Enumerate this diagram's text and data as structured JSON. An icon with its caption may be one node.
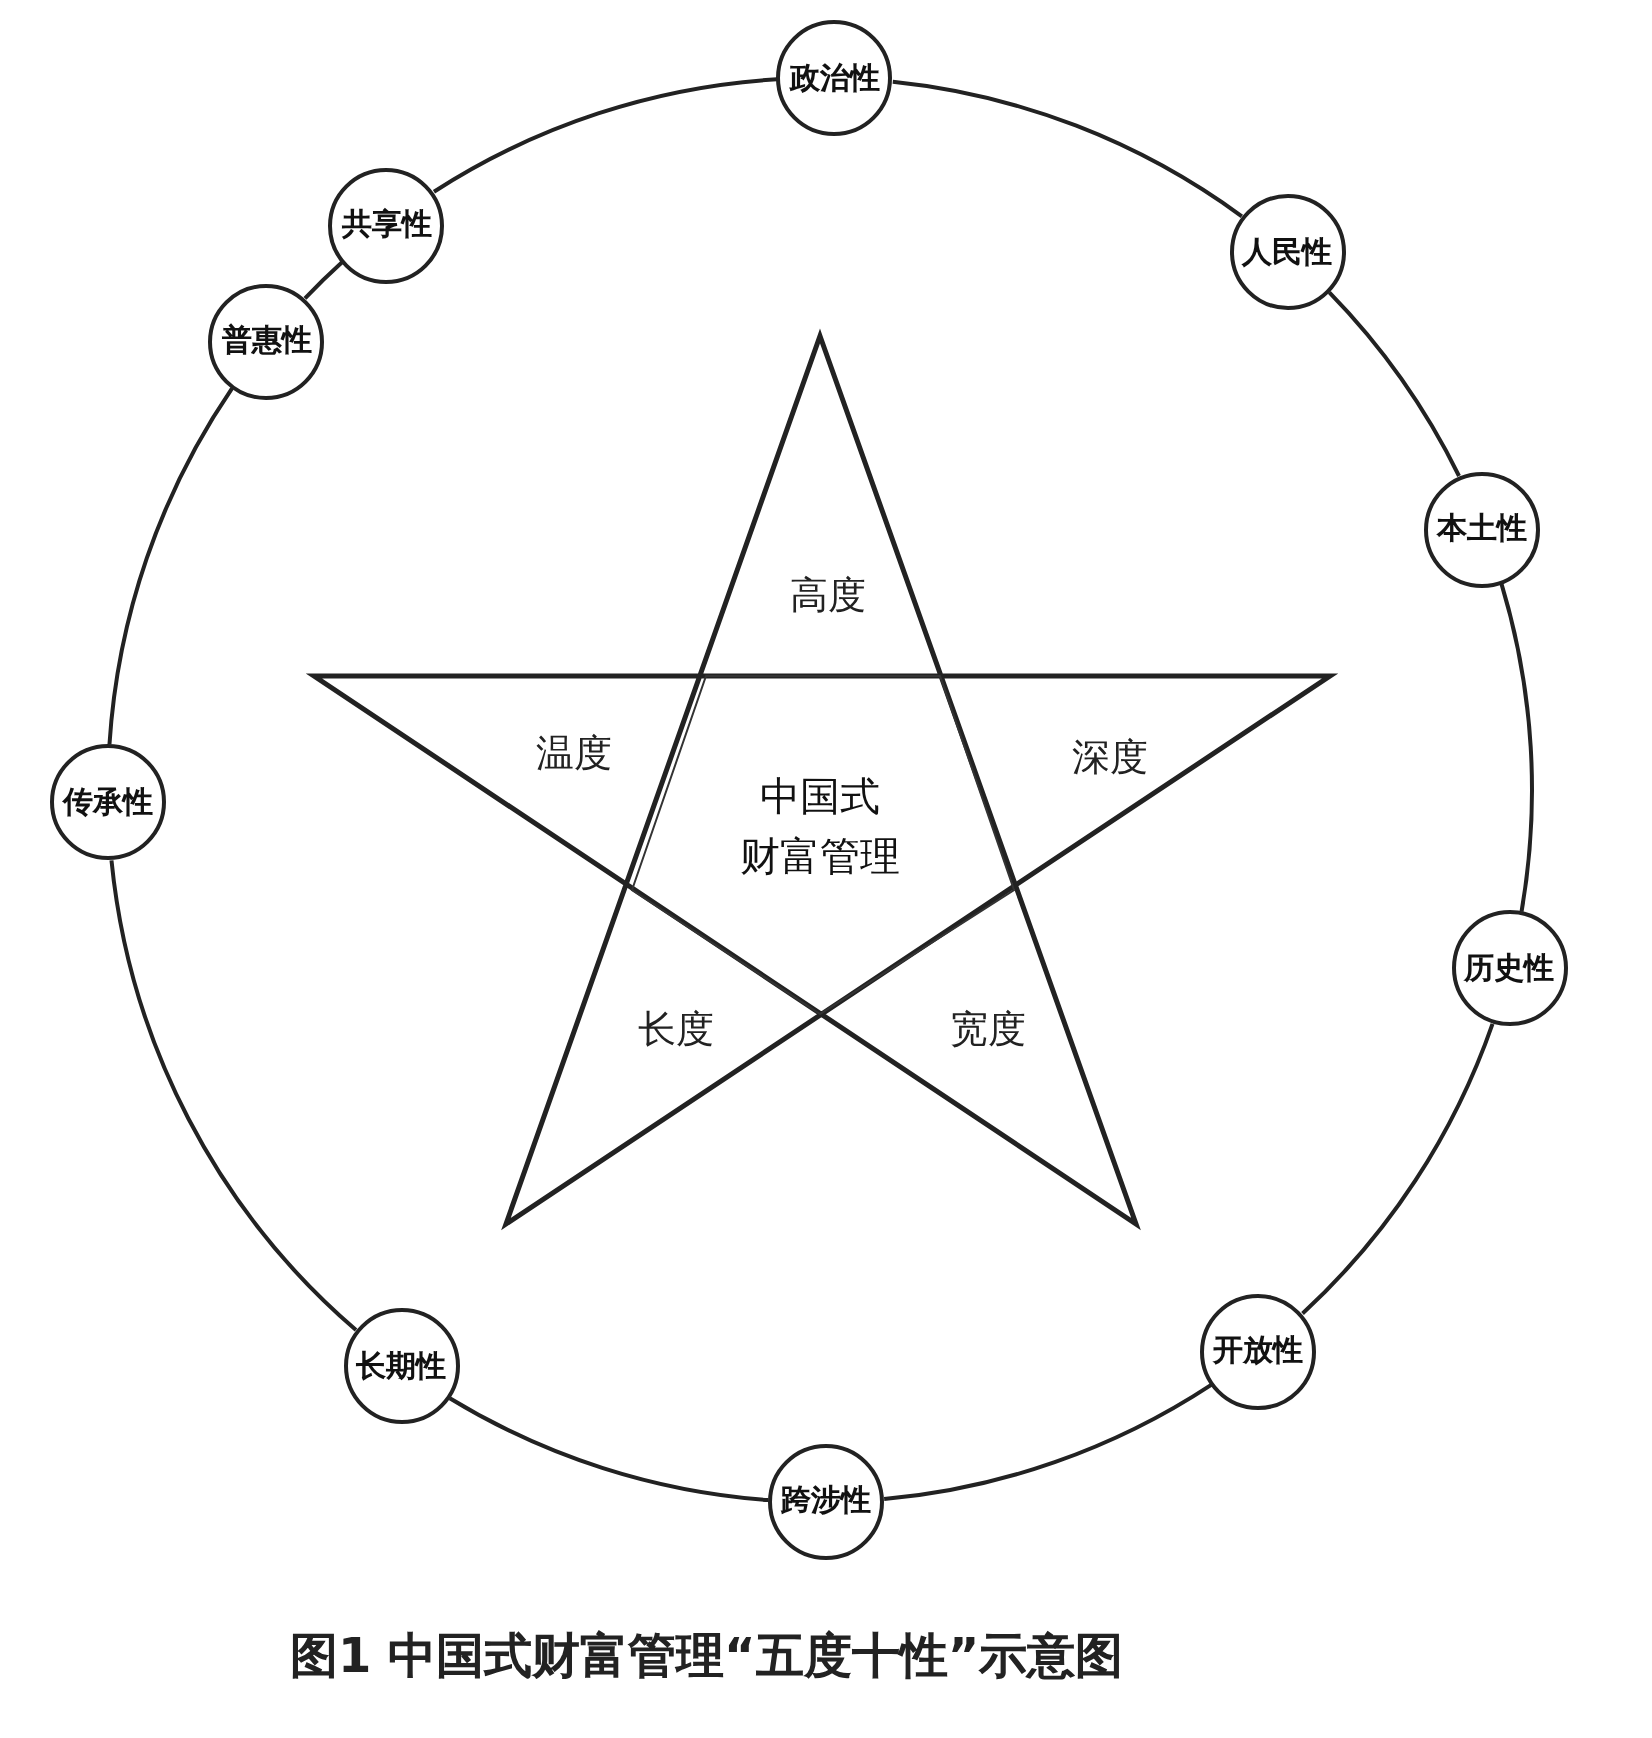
{
  "diagram": {
    "caption": "图1 中国式财富管理“五度十性”示意图",
    "nodes": [
      {
        "text": [
          "政治性"
        ]
      },
      {
        "text": [
          "人民性"
        ]
      },
      {
        "text": [
          "本土性"
        ]
      },
      {
        "text": [
          "历史性"
        ]
      },
      {
        "text": [
          "开放性"
        ]
      },
      {
        "text": [
          "跨涉性"
        ]
      },
      {
        "text": [
          "长期性"
        ]
      },
      {
        "text": [
          "传承性"
        ]
      },
      {
        "text": [
          "普惠性"
        ]
      },
      {
        "text": [
          "共享性"
        ]
      }
    ],
    "edges": [
      {
        "from": 0,
        "to": 1,
        "arrow": "none"
      },
      {
        "from": 1,
        "to": 2,
        "arrow": "none"
      },
      {
        "from": 2,
        "to": 3,
        "arrow": "none"
      },
      {
        "from": 3,
        "to": 4,
        "arrow": "none"
      },
      {
        "from": 4,
        "to": 5,
        "arrow": "none"
      },
      {
        "from": 5,
        "to": 6,
        "arrow": "none"
      },
      {
        "from": 6,
        "to": 7,
        "arrow": "none"
      },
      {
        "from": 7,
        "to": 8,
        "arrow": "none"
      },
      {
        "from": 8,
        "to": 9,
        "arrow": "none"
      },
      {
        "from": 9,
        "to": 0,
        "arrow": "none"
      }
    ],
    "labels": [
      "高度",
      "温度",
      "深度",
      "中国式财富管理",
      "长度",
      "宽度"
    ]
  }
}
